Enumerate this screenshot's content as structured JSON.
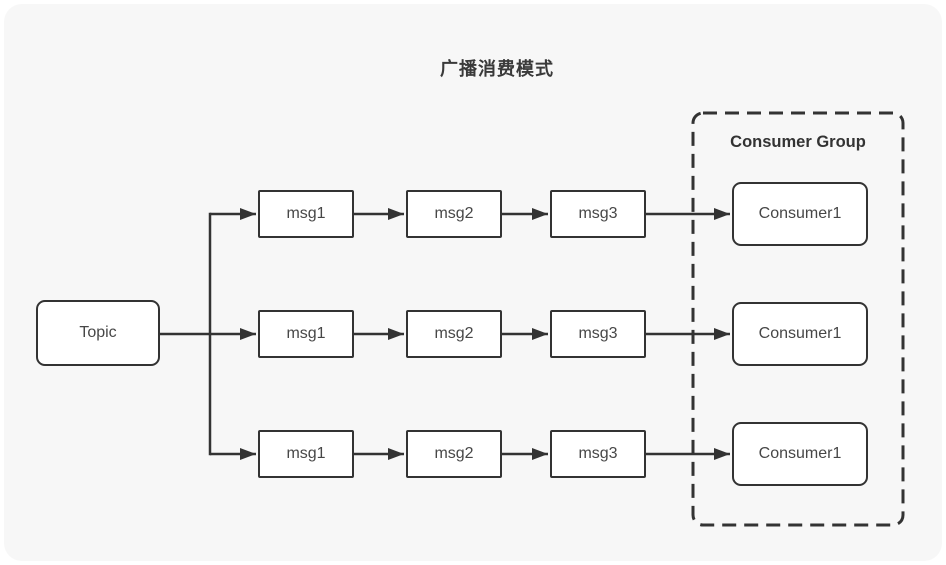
{
  "title": "广播消费模式",
  "topic": {
    "label": "Topic"
  },
  "rows": [
    {
      "msgs": [
        "msg1",
        "msg2",
        "msg3"
      ],
      "consumer": "Consumer1"
    },
    {
      "msgs": [
        "msg1",
        "msg2",
        "msg3"
      ],
      "consumer": "Consumer1"
    },
    {
      "msgs": [
        "msg1",
        "msg2",
        "msg3"
      ],
      "consumer": "Consumer1"
    }
  ],
  "consumer_group": {
    "label": "Consumer Group"
  },
  "colors": {
    "card_background": "#f7f7f7",
    "page_background": "#ffffff",
    "line": "#333333",
    "box_fill": "#ffffff",
    "box_border": "#333333",
    "text": "#474747",
    "title_text": "#3a3a3a"
  }
}
